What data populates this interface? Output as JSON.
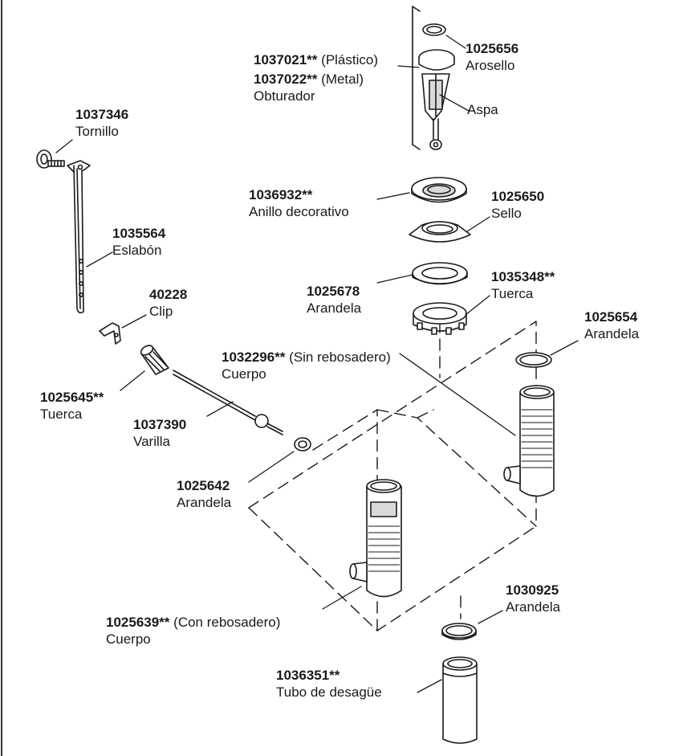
{
  "parts": {
    "p1025656": {
      "number": "1025656",
      "name": "Arosello"
    },
    "p1037021": {
      "number": "1037021**",
      "note": "(Plástico)"
    },
    "p1037022": {
      "number": "1037022**",
      "note": "(Metal)",
      "name": "Obturador"
    },
    "aspa": {
      "name": "Aspa"
    },
    "p1037346": {
      "number": "1037346",
      "name": "Tornillo"
    },
    "p1036932": {
      "number": "1036932**",
      "name": "Anillo decorativo"
    },
    "p1025650": {
      "number": "1025650",
      "name": "Sello"
    },
    "p1035564": {
      "number": "1035564",
      "name": "Eslabón"
    },
    "p1035348": {
      "number": "1035348**",
      "name": "Tuerca"
    },
    "p40228": {
      "number": "40228",
      "name": "Clip"
    },
    "p1025678": {
      "number": "1025678",
      "name": "Arandela"
    },
    "p1025654": {
      "number": "1025654",
      "name": "Arandela"
    },
    "p1032296": {
      "number": "1032296**",
      "note": "(Sin rebosadero)",
      "name": "Cuerpo"
    },
    "p1025645": {
      "number": "1025645**",
      "name": "Tuerca"
    },
    "p1037390": {
      "number": "1037390",
      "name": "Varilla"
    },
    "p1025642": {
      "number": "1025642",
      "name": "Arandela"
    },
    "p1030925": {
      "number": "1030925",
      "name": "Arandela"
    },
    "p1025639": {
      "number": "1025639**",
      "note": "(Con rebosadero)",
      "name": "Cuerpo"
    },
    "p1036351": {
      "number": "1036351**",
      "name": "Tubo de desagüe"
    }
  },
  "colors": {
    "ink": "#1a1a1a",
    "part_fill": "#ffffff",
    "shade": "#d9d9d9",
    "frame": "#333333"
  }
}
